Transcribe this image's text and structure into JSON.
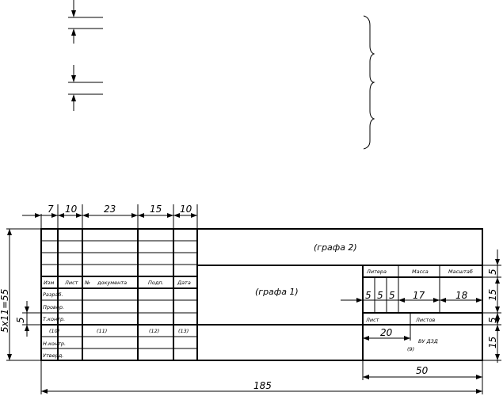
{
  "figure": {
    "top_dims": [
      "7",
      "10",
      "23",
      "15",
      "10"
    ],
    "left_total": "5х11=55",
    "left_single": "5",
    "right_dims": [
      "5",
      "15",
      "5",
      "15"
    ],
    "bottom_dims": {
      "overall": "185",
      "block": "50",
      "sheets": "20"
    },
    "block_dims": [
      "5",
      "5",
      "5",
      "17",
      "18"
    ],
    "graph_labels": {
      "g1": "(графа 1)",
      "g2": "(графа 2)"
    },
    "header_labels": {
      "lit": "Литера",
      "mass": "Масса",
      "scale": "Масштаб",
      "sheet": "Лист",
      "sheets": "Листов"
    },
    "col_headers": [
      "Изм",
      "Лист",
      "№",
      "документа",
      "Подп.",
      "Дата"
    ],
    "row_labels": [
      "Разраб.",
      "Провер.",
      "Т.контр.",
      "Н.контр.",
      "Утверд."
    ],
    "numbered_cols": [
      "(10)",
      "(11)",
      "(12)",
      "(13)"
    ],
    "right_annot": [
      "(9)",
      "ВУ ДЗД"
    ]
  }
}
